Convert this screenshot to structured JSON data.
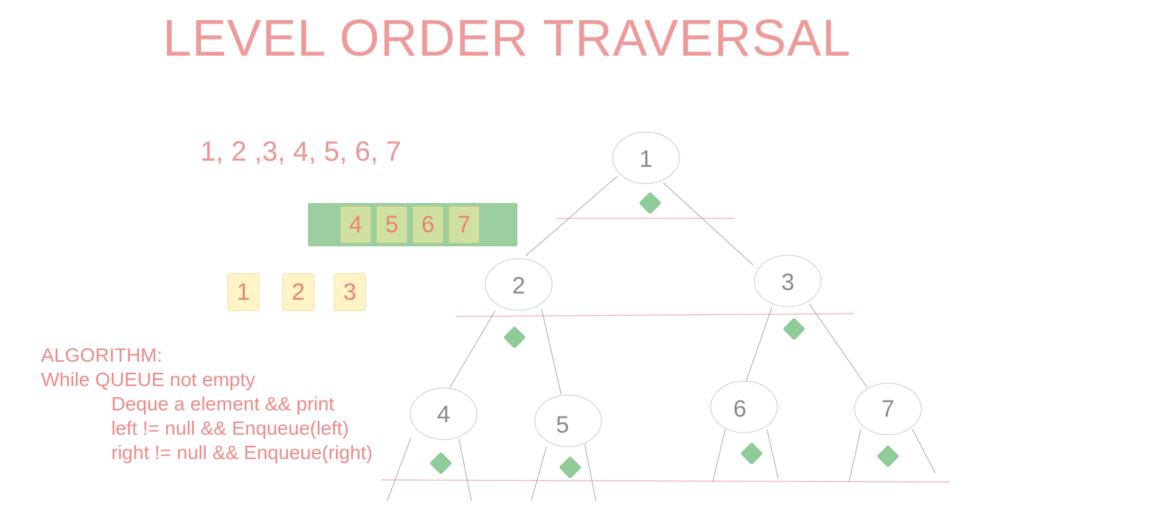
{
  "title": "LEVEL ORDER TRAVERSAL",
  "output_sequence": "1, 2 ,3, 4, 5, 6, 7",
  "queue_items": [
    "4",
    "5",
    "6",
    "7"
  ],
  "visited_items": [
    "1",
    "2",
    "3"
  ],
  "algorithm": {
    "heading": "ALGORITHM:",
    "loop": "While QUEUE not empty",
    "steps": [
      "Deque a element && print",
      "left != null && Enqueue(left)",
      "right != null && Enqueue(right)"
    ]
  },
  "tree": {
    "nodes": [
      {
        "id": "n1",
        "label": "1"
      },
      {
        "id": "n2",
        "label": "2"
      },
      {
        "id": "n3",
        "label": "3"
      },
      {
        "id": "n4",
        "label": "4"
      },
      {
        "id": "n5",
        "label": "5"
      },
      {
        "id": "n6",
        "label": "6"
      },
      {
        "id": "n7",
        "label": "7"
      }
    ],
    "edges": [
      [
        "1",
        "2"
      ],
      [
        "1",
        "3"
      ],
      [
        "2",
        "4"
      ],
      [
        "2",
        "5"
      ],
      [
        "3",
        "6"
      ],
      [
        "3",
        "7"
      ]
    ]
  },
  "colors": {
    "title": "#ee9a9a",
    "queue_bg": "#9ccfa0",
    "queue_item_bg": "#cfe0a0",
    "visited_item_bg": "#fff4c6",
    "marker": "#8fcc97",
    "level_line": "#f2a6b4",
    "node_stroke": "#c4c4c4"
  }
}
